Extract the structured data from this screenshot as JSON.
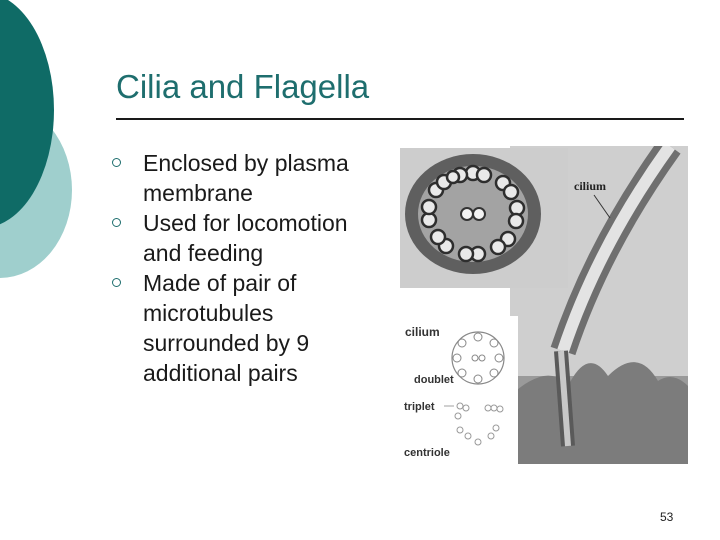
{
  "slide": {
    "title": "Cilia and Flagella",
    "bullets": [
      {
        "text": "Enclosed by plasma membrane"
      },
      {
        "text": "Used for locomotion and feeding"
      },
      {
        "text": "Made of pair of microtubules surrounded by 9 additional pairs"
      }
    ],
    "page_number": "53"
  },
  "figure": {
    "labels": {
      "cilium_top": "cilium",
      "cilium_diagram": "cilium",
      "doublet": "doublet",
      "triplet": "triplet",
      "centriole": "centriole"
    }
  },
  "colors": {
    "accent_dark": "#0f6b66",
    "accent_light": "#9fcfcd",
    "title": "#1e6e6e"
  }
}
